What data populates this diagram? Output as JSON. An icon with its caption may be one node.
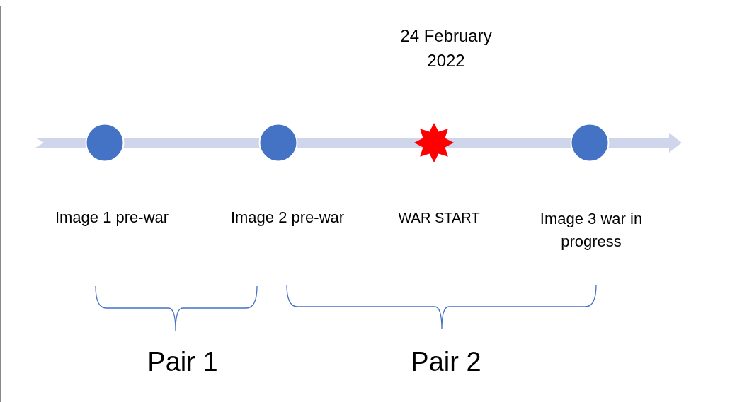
{
  "diagram": {
    "nodes": [
      {
        "text": [],
        "shape": "circle",
        "beside": [
          "Image 1 pre-war"
        ]
      },
      {
        "text": [],
        "shape": "circle",
        "beside": [
          "Image 2 pre-war"
        ]
      },
      {
        "text": [],
        "shape": "star",
        "beside": [
          "24 February 2022",
          "WAR START"
        ]
      },
      {
        "text": [],
        "shape": "circle",
        "beside": [
          "Image 3 war in progress"
        ]
      }
    ],
    "labels": [
      "Pair 1",
      "Pair 2"
    ]
  }
}
